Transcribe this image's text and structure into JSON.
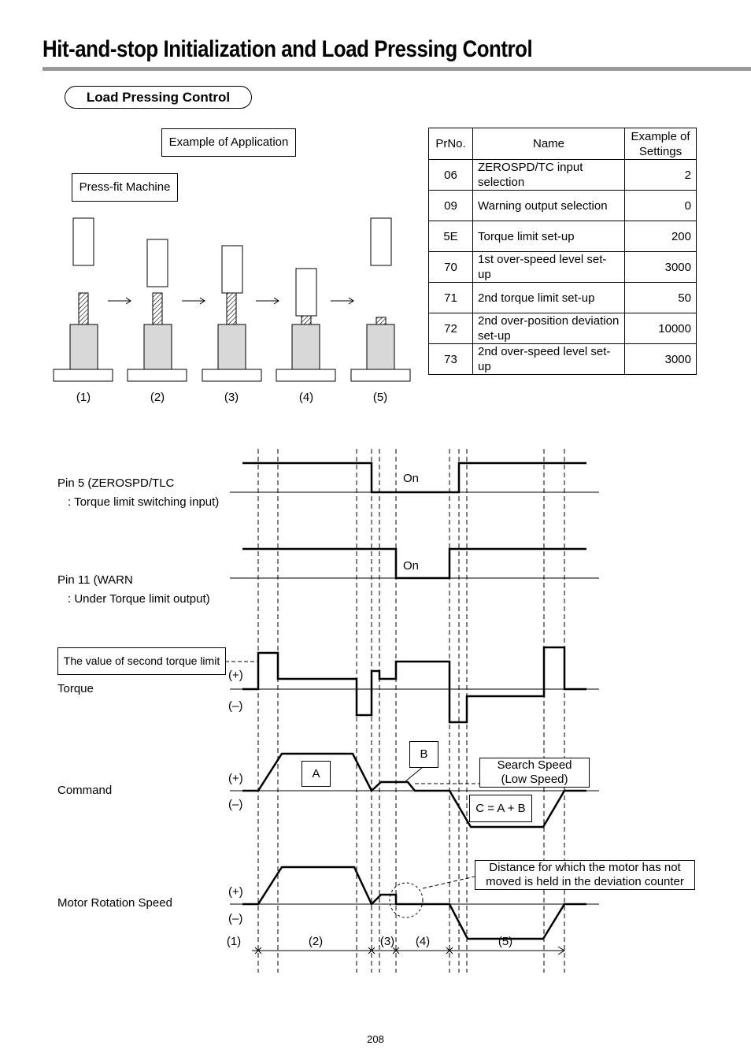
{
  "page": {
    "title": "Hit-and-stop Initialization and Load Pressing Control",
    "section_label": "Load Pressing Control",
    "page_number": "208"
  },
  "application": {
    "example_label": "Example of Application",
    "machine_label": "Press-fit Machine",
    "steps": [
      "(1)",
      "(2)",
      "(3)",
      "(4)",
      "(5)"
    ]
  },
  "param_table": {
    "headers": [
      "PrNo.",
      "Name",
      "Example of Settings"
    ],
    "rows": [
      {
        "no": "06",
        "name": "ZEROSPD/TC input selection",
        "value": "2"
      },
      {
        "no": "09",
        "name": "Warning output selection",
        "value": "0"
      },
      {
        "no": "5E",
        "name": "Torque limit set-up",
        "value": "200"
      },
      {
        "no": "70",
        "name": "1st over-speed level set-up",
        "value": "3000"
      },
      {
        "no": "71",
        "name": "2nd torque limit set-up",
        "value": "50"
      },
      {
        "no": "72",
        "name": "2nd over-position deviation set-up",
        "value": "10000"
      },
      {
        "no": "73",
        "name": "2nd over-speed level set-up",
        "value": "3000"
      }
    ]
  },
  "timing": {
    "pin5_line1": "Pin 5 (ZEROSPD/TLC",
    "pin5_line2": ": Torque limit switching input)",
    "pin11_line1": "Pin 11 (WARN",
    "pin11_line2": ": Under Torque limit output)",
    "on_label": "On",
    "second_torque_label": "The value of second torque limit",
    "torque_label": "Torque",
    "command_label": "Command",
    "motor_speed_label": "Motor Rotation Speed",
    "plus": "(+)",
    "minus": "(–)",
    "a_label": "A",
    "b_label": "B",
    "c_label": "C = A + B",
    "search_speed_line1": "Search Speed",
    "search_speed_line2": "(Low Speed)",
    "distance_line1": "Distance for which the motor has not",
    "distance_line2": "moved is held in the deviation counter",
    "phases": [
      "(1)",
      "(2)",
      "(3)",
      "(4)",
      "(5)"
    ]
  }
}
